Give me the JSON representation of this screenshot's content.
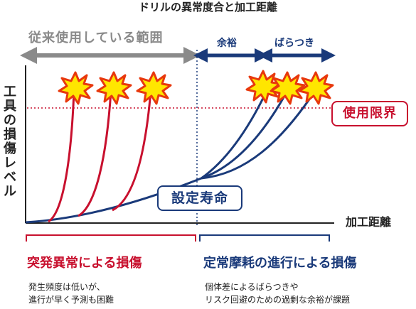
{
  "title": "ドリルの異常度合と加工距離",
  "y_axis_label": "工具の損傷レベル",
  "x_axis_label": "加工距離",
  "range_labels": {
    "conventional": "従来使用している範囲",
    "margin": "余裕",
    "variation": "ばらつき"
  },
  "limit_label": "使用限界",
  "life_label": "設定寿命",
  "sections": {
    "sudden": {
      "heading": "突発異常による損傷",
      "lines": [
        "発生頻度は低いが、",
        "進行が早く予測も困難"
      ]
    },
    "wear": {
      "heading": "定常摩耗の進行による損傷",
      "lines": [
        "個体差によるばらつきや",
        "リスク回避のための過剰な余裕が課題"
      ]
    }
  },
  "colors": {
    "red": "#c8102e",
    "blue": "#1a3a7a",
    "gray_arrow": "#8a8a8a",
    "burst_fill": "#ffe600",
    "burst_stroke": "#e8380d"
  }
}
